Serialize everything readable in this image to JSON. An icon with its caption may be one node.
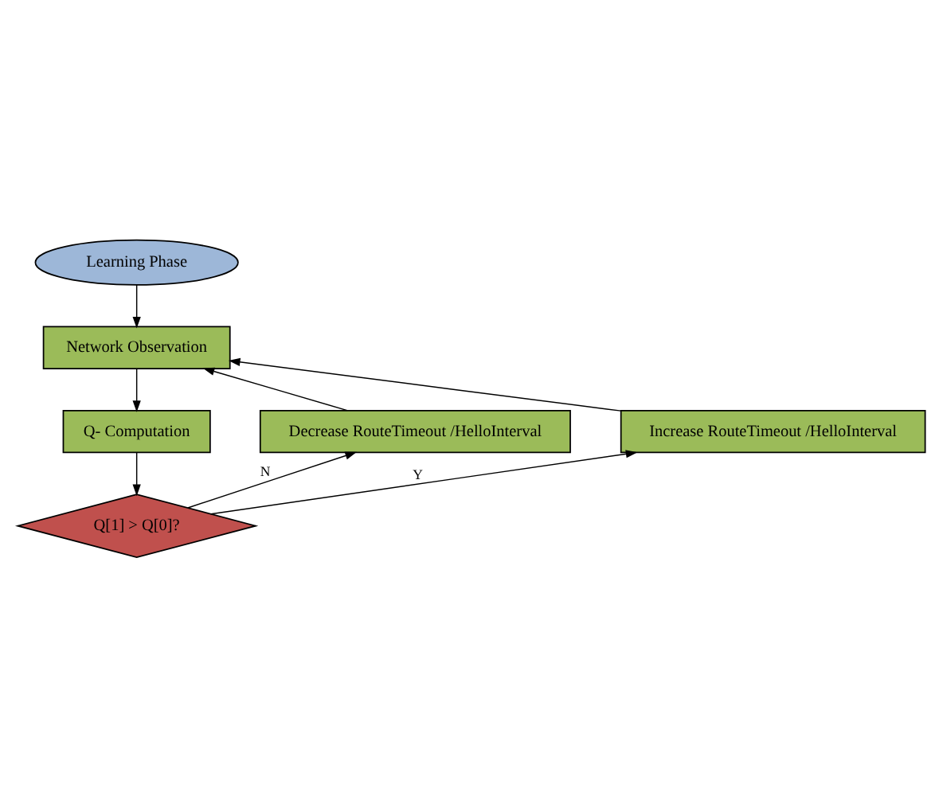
{
  "diagram": {
    "nodes": [
      {
        "text": [
          "Learning Phase"
        ]
      },
      {
        "text": [
          "Network Observation"
        ]
      },
      {
        "text": [
          "Decrease RouteTimeout /HelloInterval"
        ]
      },
      {
        "text": [
          "Q- Computation"
        ]
      },
      {
        "text": [
          "Increase RouteTimeout /HelloInterval"
        ]
      },
      {
        "text": [
          "Q[1] > Q[0]?"
        ]
      }
    ],
    "edges": [
      {
        "from": 0,
        "to": 1,
        "arrow": "to"
      },
      {
        "from": 1,
        "to": 3,
        "arrow": "to"
      },
      {
        "from": 3,
        "to": 5,
        "arrow": "to"
      },
      {
        "from": 5,
        "to": 2,
        "arrow": "to",
        "label": "N"
      },
      {
        "from": 5,
        "to": 4,
        "arrow": "to",
        "label": "Y"
      },
      {
        "from": 2,
        "to": 1,
        "arrow": "to"
      },
      {
        "from": 4,
        "to": 1,
        "arrow": "to"
      }
    ]
  }
}
